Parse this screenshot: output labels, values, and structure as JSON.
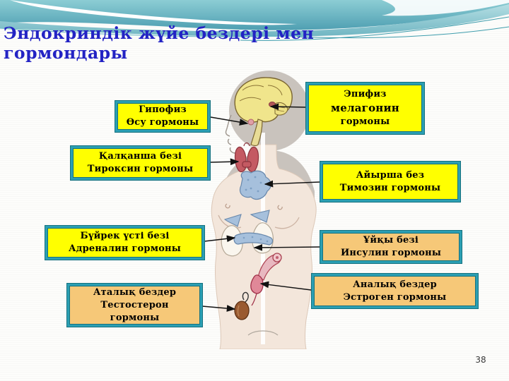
{
  "slide": {
    "title_line1": "Эндокриндік жүйе бездері мен",
    "title_line2": "гормондары",
    "page_number": "38"
  },
  "labels": [
    {
      "gland": "Гипофиз",
      "hormone": "Өсу гормоны"
    },
    {
      "gland": "Қалқанша безі",
      "hormone": "Тироксин гормоны"
    },
    {
      "gland": "Бүйрек үсті безі",
      "hormone": "Адреналин гормоны"
    },
    {
      "gland": "Аталық бездер",
      "hormone": "Тестостерон",
      "hormone2": "гормоны"
    },
    {
      "gland": "Эпифиз",
      "hormone": "мелагонин",
      "hormone2": "гормоны"
    },
    {
      "gland": "Айырша без",
      "hormone": "Тимозин гормоны"
    },
    {
      "gland": "Ұйқы безі",
      "hormone": "Инсулин гормоны"
    },
    {
      "gland": "Аналық бездер",
      "hormone": "Эстроген гормоны"
    }
  ],
  "colors": {
    "header_teal": "#5BA9B9",
    "header_teal_light": "#9ED2D8",
    "title_blue": "#2323C4",
    "box_border_teal": "#2B9FB3",
    "box_yellow": "#FFFF00",
    "box_orange": "#F6C878",
    "arrow_black": "#111111"
  }
}
